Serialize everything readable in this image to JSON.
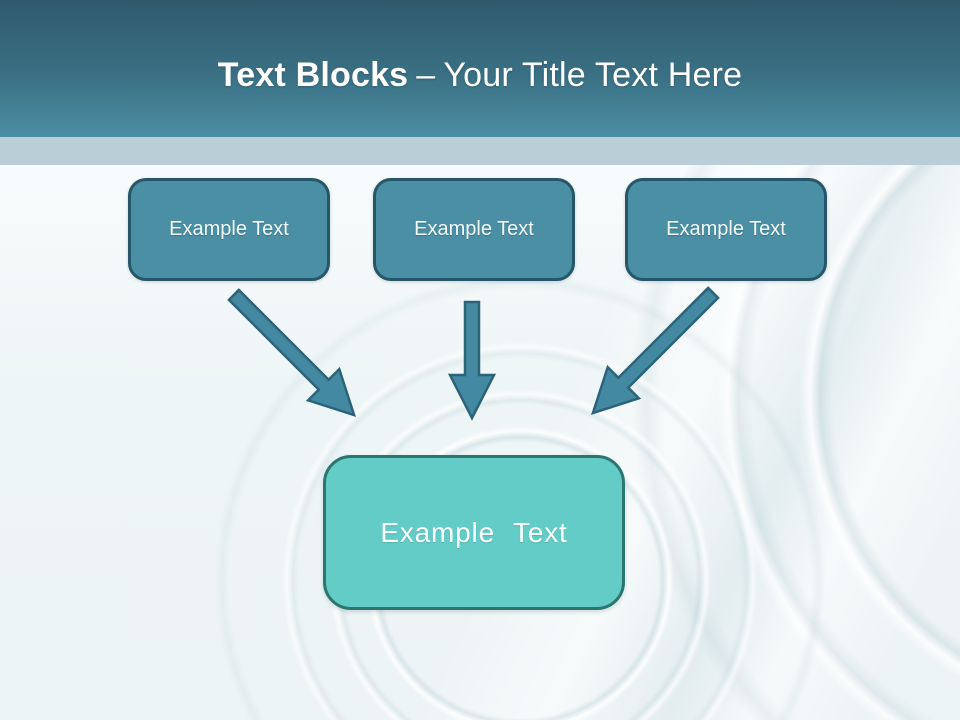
{
  "header": {
    "title_bold": "Text Blocks",
    "title_separator": "–",
    "title_regular": "Your Title Text Here"
  },
  "diagram": {
    "top_blocks": [
      {
        "label": "Example Text"
      },
      {
        "label": "Example Text"
      },
      {
        "label": "Example Text"
      }
    ],
    "result_block": {
      "label": "Example Text"
    },
    "arrows": [
      {
        "icon": "arrow-down-right-icon",
        "from": "text-block-1",
        "to": "result-block"
      },
      {
        "icon": "arrow-down-icon",
        "from": "text-block-2",
        "to": "result-block"
      },
      {
        "icon": "arrow-down-left-icon",
        "from": "text-block-3",
        "to": "result-block"
      }
    ]
  },
  "colors": {
    "header_gradient_top": "#2f5a6c",
    "header_gradient_bottom": "#4b8ea3",
    "band": "#b9ced7",
    "background": "#eef5f6",
    "block_fill": "#4a8fa4",
    "block_border": "#26566a",
    "result_fill": "#63ccc7",
    "result_border": "#2c766f",
    "arrow_fill": "#4289a1",
    "arrow_stroke": "#2d6379",
    "title_color": "#ffffff"
  }
}
